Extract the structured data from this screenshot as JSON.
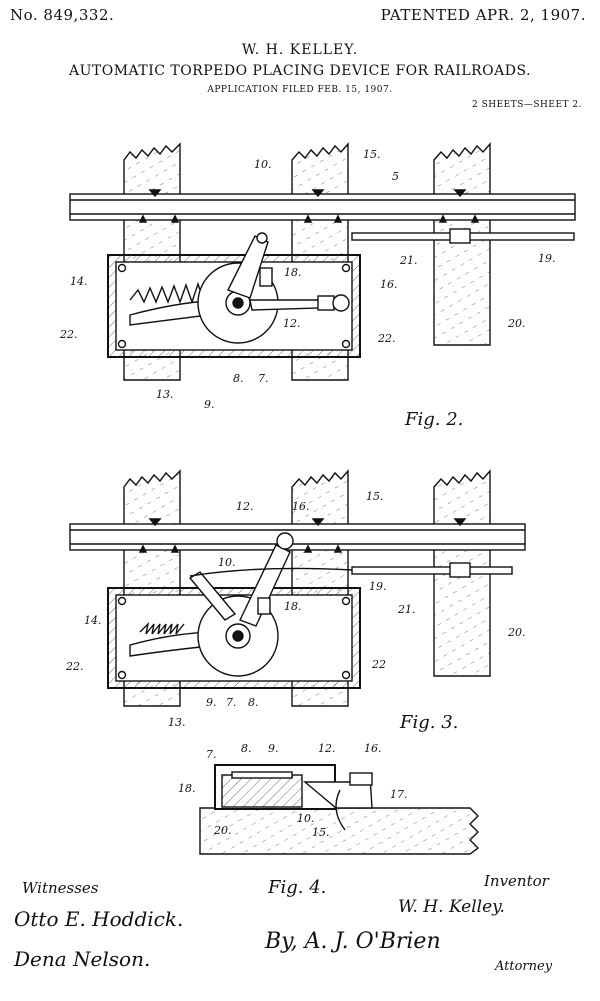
{
  "header": {
    "patent_number": "No. 849,332.",
    "patent_date": "PATENTED APR. 2, 1907.",
    "inventor_name": "W. H. KELLEY.",
    "title": "AUTOMATIC TORPEDO PLACING DEVICE FOR RAILROADS.",
    "filed": "APPLICATION FILED FEB. 15, 1907.",
    "sheets": "2 SHEETS—SHEET 2."
  },
  "figures": {
    "fig2": {
      "caption": "Fig. 2.",
      "refs": [
        "10.",
        "15.",
        "5",
        "14.",
        "18.",
        "16.",
        "21.",
        "19.",
        "12.",
        "22.",
        "22.",
        "20.",
        "13.",
        "9.",
        "8.",
        "7."
      ]
    },
    "fig3": {
      "caption": "Fig. 3.",
      "refs": [
        "12.",
        "16.",
        "15.",
        "10.",
        "19.",
        "18.",
        "21.",
        "14.",
        "20.",
        "22.",
        "22",
        "9.",
        "7.",
        "8.",
        "13."
      ]
    },
    "fig4": {
      "caption": "Fig. 4.",
      "refs": [
        "7.",
        "8.",
        "9.",
        "12.",
        "16.",
        "18.",
        "17.",
        "20.",
        "10.",
        "15."
      ]
    }
  },
  "footer": {
    "witnesses_label": "Witnesses",
    "witness_1": "Otto E. Hoddick.",
    "witness_2": "Dena Nelson.",
    "inventor_label": "Inventor",
    "inventor_signature": "W. H. Kelley.",
    "by_attorney": "By, A. J. O'Brien",
    "attorney_label": "Attorney"
  }
}
